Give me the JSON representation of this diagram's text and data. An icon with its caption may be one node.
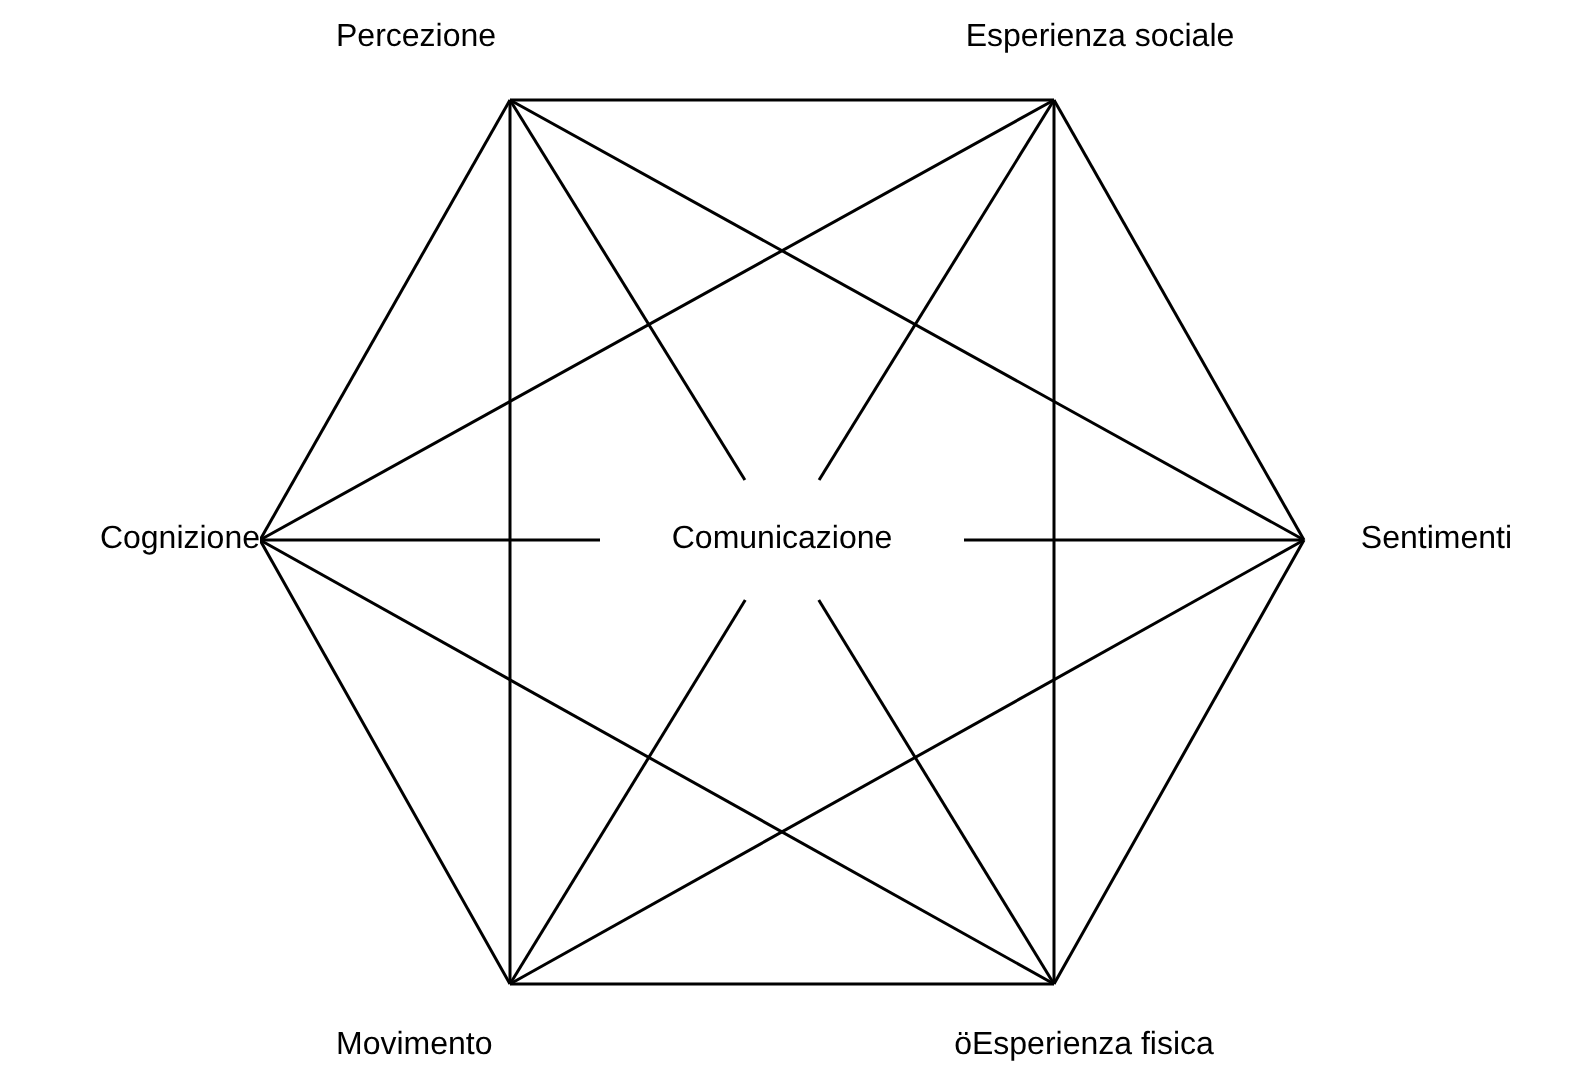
{
  "diagram": {
    "nodes": [
      {
        "text": [
          "Percezione"
        ]
      },
      {
        "text": [
          "Esperienza sociale"
        ]
      },
      {
        "text": [
          "Cognizione"
        ]
      },
      {
        "text": [
          "Comunicazione"
        ]
      },
      {
        "text": [
          "Sentimenti"
        ]
      },
      {
        "text": [
          "Movimento"
        ]
      },
      {
        "text": [
          "öEsperienza fisica"
        ]
      }
    ],
    "edges": [
      {
        "from": 0,
        "to": 1,
        "arrow": "none"
      },
      {
        "from": 1,
        "to": 4,
        "arrow": "none"
      },
      {
        "from": 4,
        "to": 6,
        "arrow": "none"
      },
      {
        "from": 6,
        "to": 5,
        "arrow": "none"
      },
      {
        "from": 5,
        "to": 2,
        "arrow": "none"
      },
      {
        "from": 2,
        "to": 0,
        "arrow": "none"
      },
      {
        "from": 0,
        "to": 5,
        "arrow": "none"
      },
      {
        "from": 1,
        "to": 6,
        "arrow": "none"
      },
      {
        "from": 0,
        "to": 4,
        "arrow": "none"
      },
      {
        "from": 1,
        "to": 2,
        "arrow": "none"
      },
      {
        "from": 2,
        "to": 6,
        "arrow": "none"
      },
      {
        "from": 4,
        "to": 5,
        "arrow": "none"
      },
      {
        "from": 0,
        "to": 3,
        "arrow": "none"
      },
      {
        "from": 1,
        "to": 3,
        "arrow": "none"
      },
      {
        "from": 2,
        "to": 3,
        "arrow": "none"
      },
      {
        "from": 4,
        "to": 3,
        "arrow": "none"
      },
      {
        "from": 5,
        "to": 3,
        "arrow": "none"
      },
      {
        "from": 6,
        "to": 3,
        "arrow": "none"
      }
    ]
  }
}
